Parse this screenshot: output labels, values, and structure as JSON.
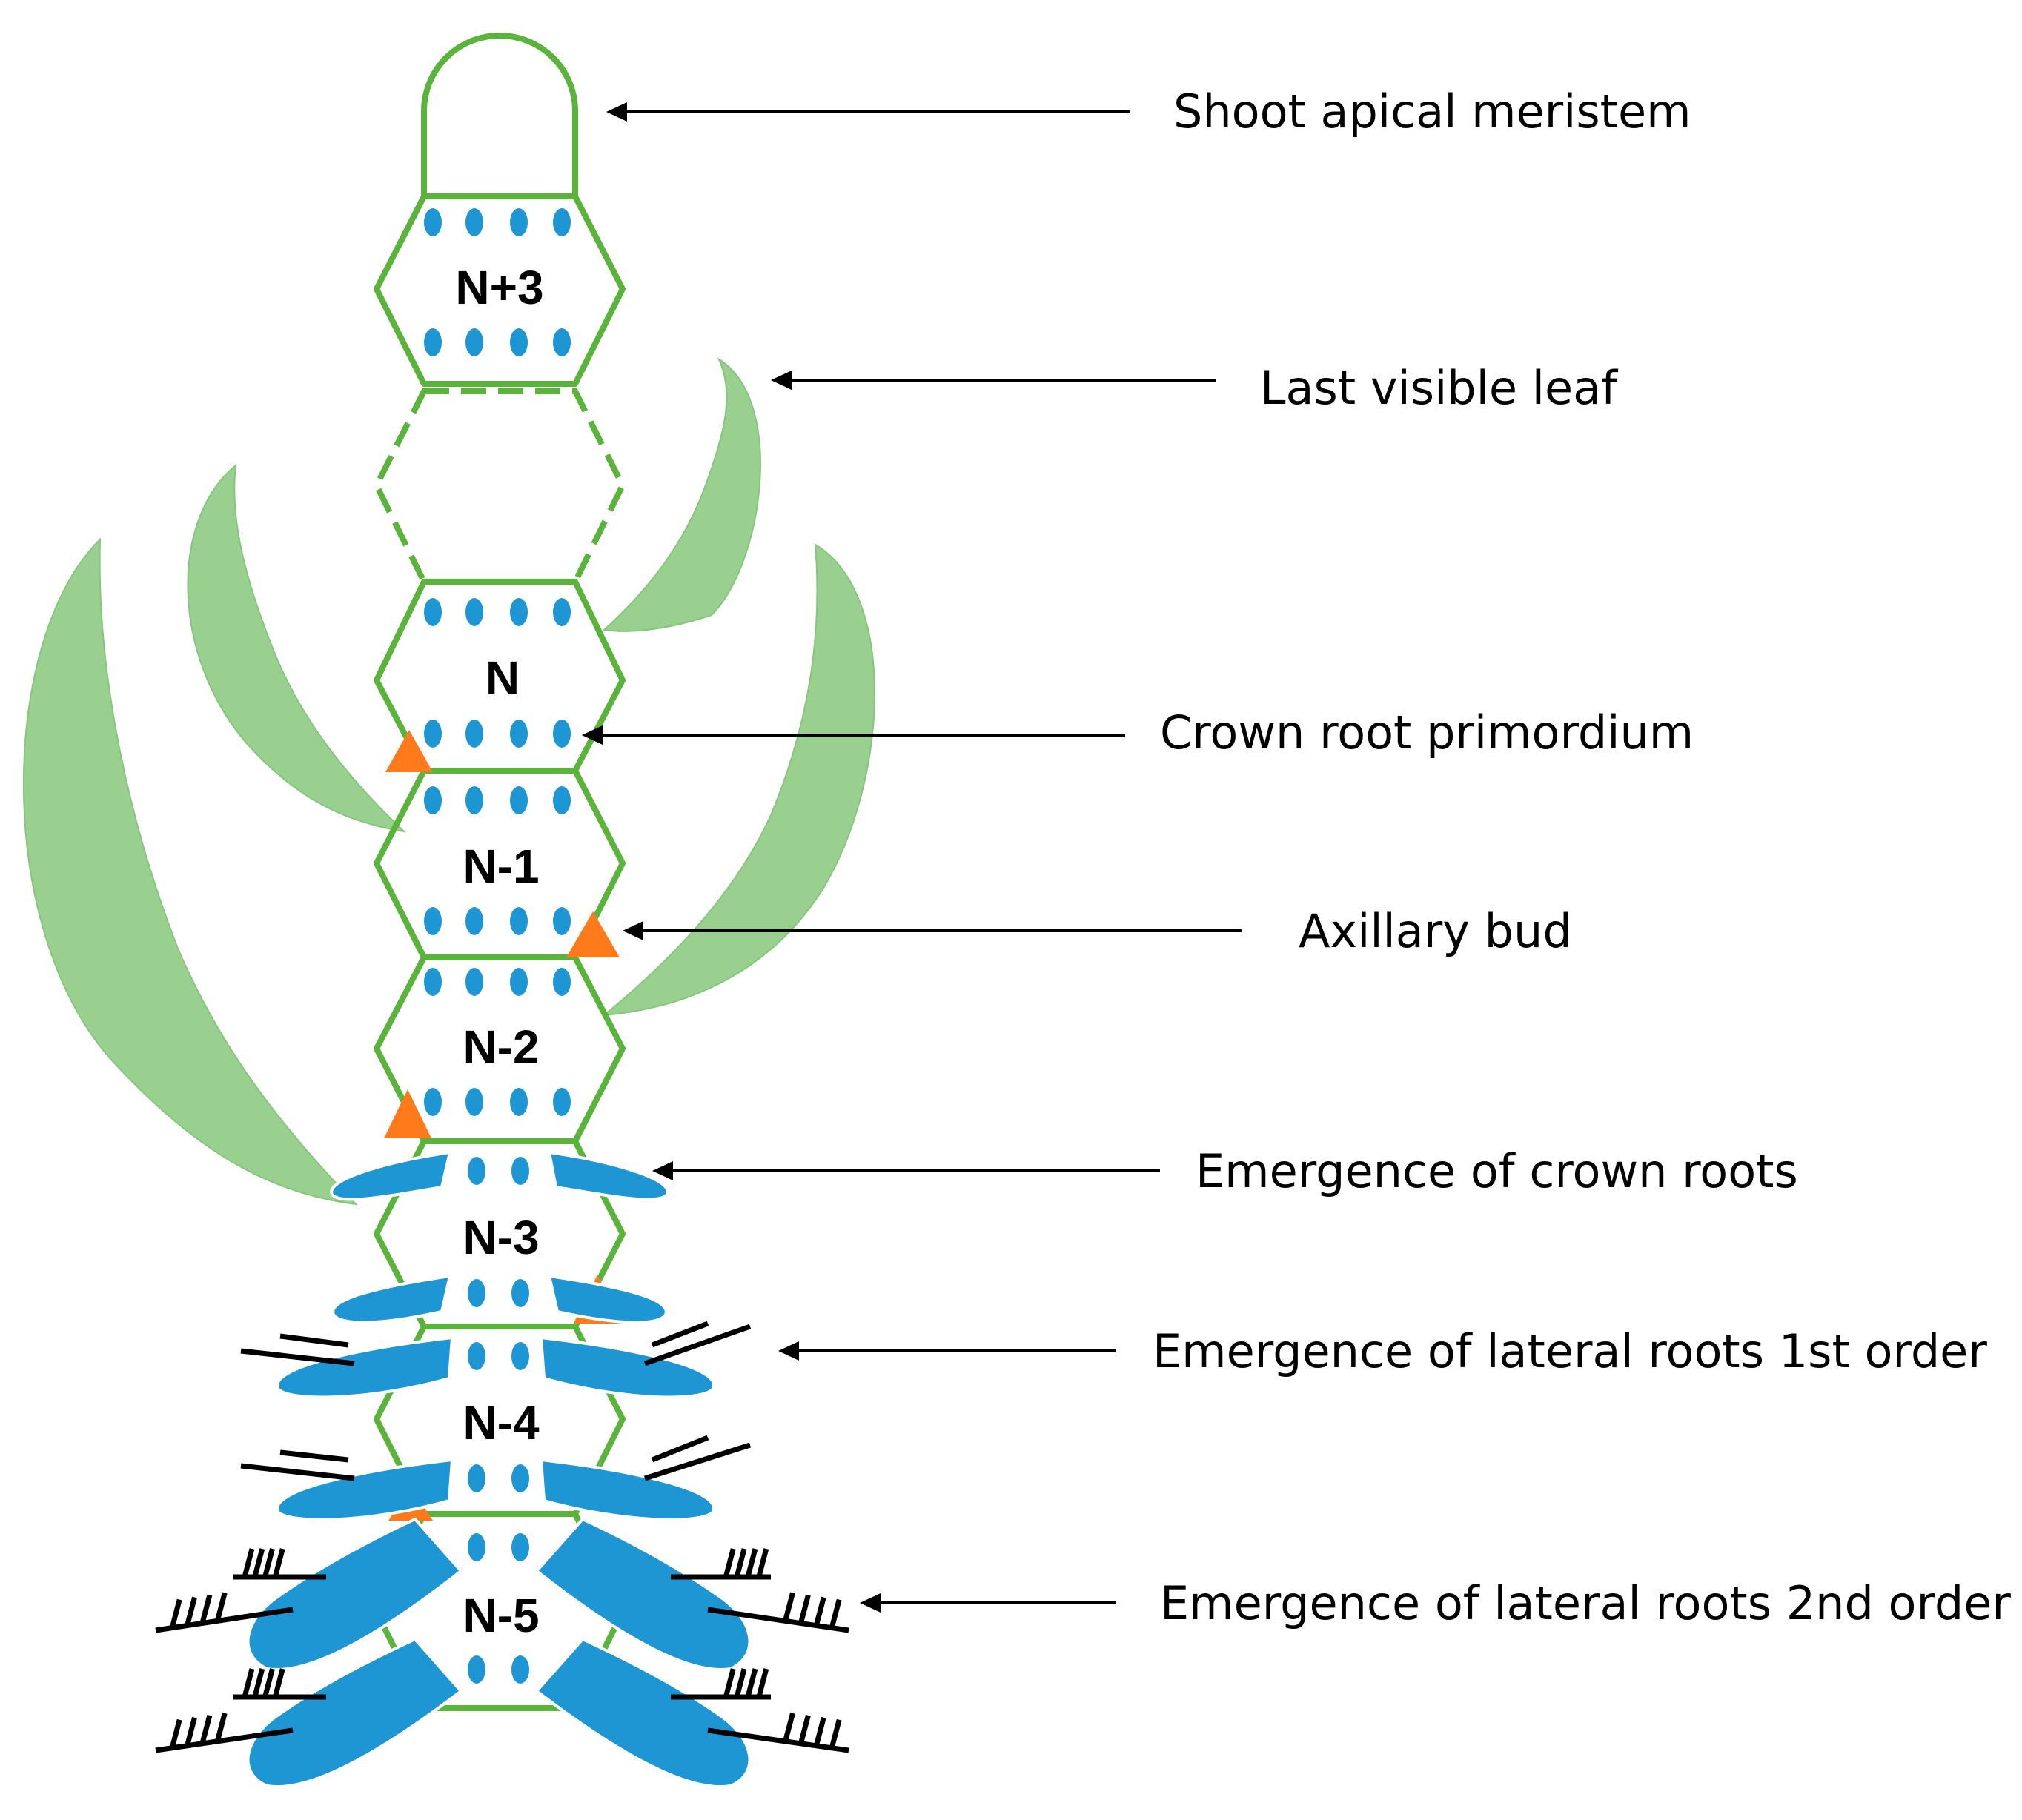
{
  "nodes": [
    {
      "id": "n-plus-3",
      "label": "N+3"
    },
    {
      "id": "n",
      "label": "N"
    },
    {
      "id": "n-minus-1",
      "label": "N-1"
    },
    {
      "id": "n-minus-2",
      "label": "N-2"
    },
    {
      "id": "n-minus-3",
      "label": "N-3"
    },
    {
      "id": "n-minus-4",
      "label": "N-4"
    },
    {
      "id": "n-minus-5",
      "label": "N-5"
    }
  ],
  "annotations": [
    {
      "id": "shoot-apical-meristem",
      "text": "Shoot apical meristem"
    },
    {
      "id": "last-visible-leaf",
      "text": "Last visible leaf"
    },
    {
      "id": "crown-root-primordium",
      "text": "Crown root primordium"
    },
    {
      "id": "axillary-bud",
      "text": "Axillary bud"
    },
    {
      "id": "emergence-crown-roots",
      "text": "Emergence of crown roots"
    },
    {
      "id": "emergence-lateral-1st",
      "text": "Emergence of lateral roots 1st order"
    },
    {
      "id": "emergence-lateral-2nd",
      "text": "Emergence of lateral roots 2nd order"
    }
  ],
  "colors": {
    "stem": "#5ab43c",
    "leaf": "#8fcc85",
    "primordium": "#1f96d4",
    "axillary_bud": "#ff7a1a",
    "lateral_root": "#000000"
  }
}
